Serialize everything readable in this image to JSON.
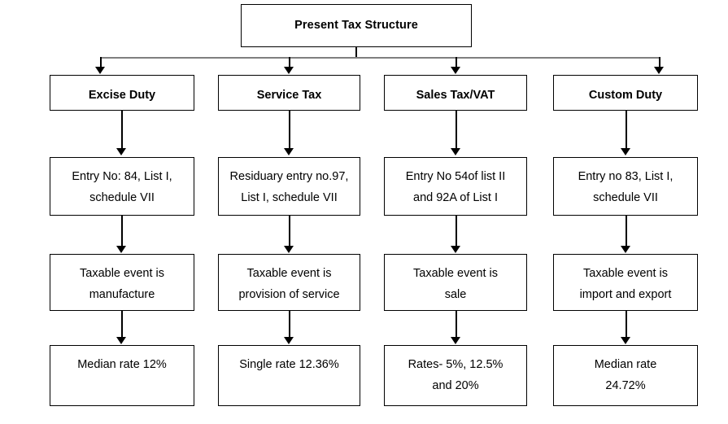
{
  "diagram": {
    "title_box": {
      "label": "Present Tax Structure"
    },
    "columns": [
      {
        "head": "Excise Duty",
        "entry": "Entry No: 84, List I,\nschedule VII",
        "event": "Taxable event is\nmanufacture",
        "rate": "Median rate 12%"
      },
      {
        "head": "Service Tax",
        "entry": "Residuary entry no.97,\nList I, schedule VII",
        "event": "Taxable event is\nprovision of service",
        "rate": "Single rate 12.36%"
      },
      {
        "head": "Sales Tax/VAT",
        "entry": "Entry No 54of list II\nand 92A of List I",
        "event": "Taxable event is\nsale",
        "rate": "Rates- 5%, 12.5%\nand 20%"
      },
      {
        "head": "Custom Duty",
        "entry": "Entry no 83, List I,\nschedule VII",
        "event": "Taxable event is\nimport and export",
        "rate": "Median rate\n24.72%"
      }
    ],
    "colors": {
      "box_border": "#000000",
      "connector": "#000000",
      "bus_line": "#7f7f7f",
      "background": "#ffffff",
      "text": "#000000"
    }
  }
}
